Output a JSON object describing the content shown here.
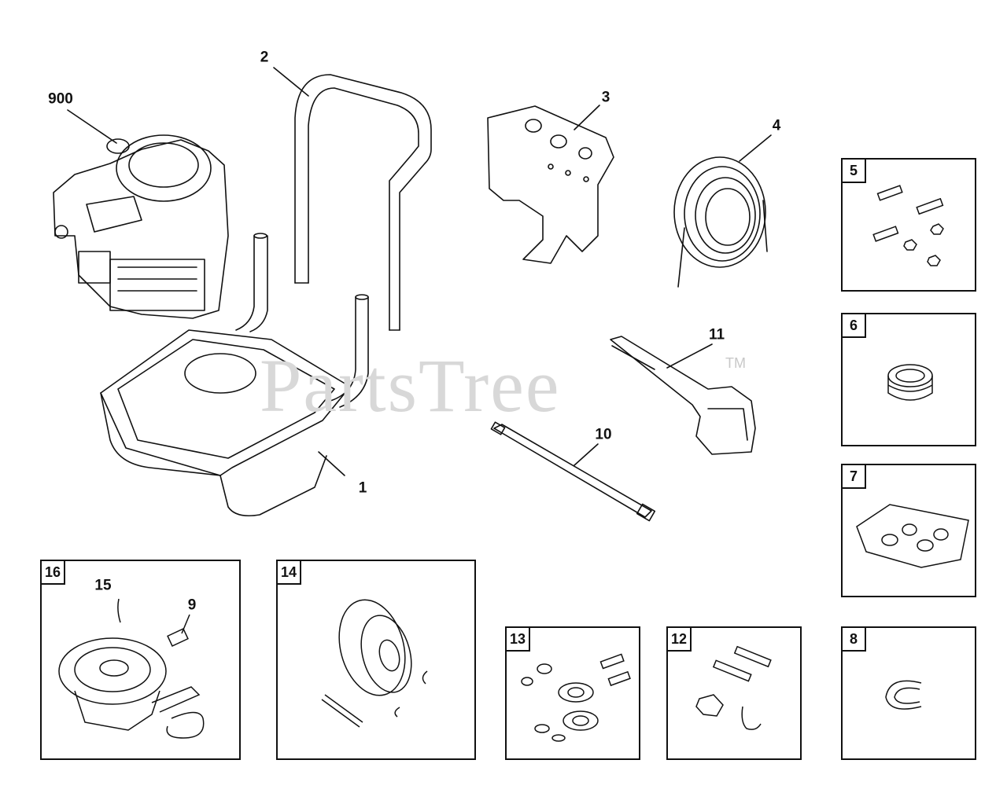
{
  "watermark": {
    "text": "PartsTree",
    "trademark": "TM"
  },
  "callouts": {
    "engine": "900",
    "handle": "2",
    "bracket": "3",
    "hose": "4",
    "lance": "10",
    "gun": "11",
    "frame": "1",
    "pump": "15",
    "pump_fitting": "9"
  },
  "kits": {
    "k5": "5",
    "k6": "6",
    "k7": "7",
    "k8": "8",
    "k12": "12",
    "k13": "13",
    "k14": "14",
    "k16": "16"
  },
  "colors": {
    "line": "#111111",
    "watermark": "#d8d8d8"
  }
}
